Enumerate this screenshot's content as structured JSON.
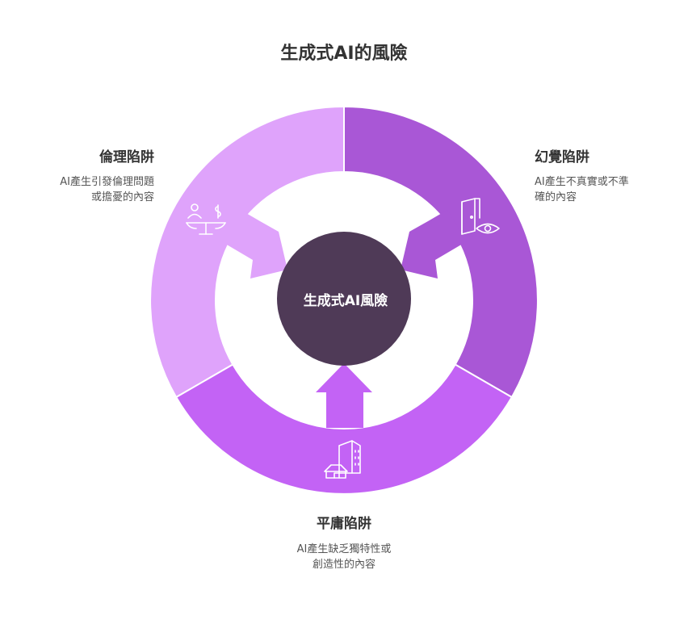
{
  "title": "生成式AI的風險",
  "center": {
    "label": "生成式AI風險",
    "color": "#4f3a57"
  },
  "segments": {
    "ethics": {
      "title": "倫理陷阱",
      "desc_lines": [
        "AI產生引發倫理問題",
        "或擔憂的內容"
      ],
      "color": "#dfa3fb",
      "icon": "balance-scale-person-dollar-icon"
    },
    "hallucination": {
      "title": "幻覺陷阱",
      "desc_lines": [
        "AI產生不真實或不準",
        "確的內容"
      ],
      "color": "#a957d6",
      "icon": "door-eye-icon"
    },
    "mediocrity": {
      "title": "平庸陷阱",
      "desc_lines": [
        "AI產生缺乏獨特性或",
        "創造性的內容"
      ],
      "color": "#c363f5",
      "icon": "buildings-house-icon"
    }
  }
}
